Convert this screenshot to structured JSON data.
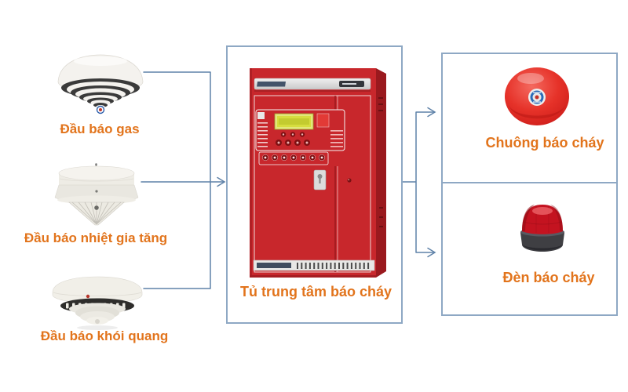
{
  "diagram": {
    "inputs": {
      "items": [
        {
          "label": "Đầu báo gas",
          "icon": "gas-detector"
        },
        {
          "label": "Đầu báo nhiệt gia tăng",
          "icon": "heat-detector"
        },
        {
          "label": "Đầu báo khói quang",
          "icon": "smoke-detector"
        }
      ]
    },
    "center": {
      "label": "Tủ trung tâm báo cháy",
      "icon": "fire-alarm-control-panel"
    },
    "outputs": {
      "items": [
        {
          "label": "Chuông báo cháy",
          "icon": "alarm-bell"
        },
        {
          "label": "Đèn báo cháy",
          "icon": "alarm-strobe-light"
        }
      ]
    },
    "connections": [
      {
        "from": "detectors",
        "to": "control-panel",
        "arrow": true
      },
      {
        "from": "control-panel",
        "to": "alarm-bell",
        "arrow": true
      },
      {
        "from": "control-panel",
        "to": "alarm-light",
        "arrow": true
      }
    ],
    "colors": {
      "label_text": "#e2741c",
      "box_border": "#8ea8c4",
      "connector_line": "#5f82a8",
      "panel_red": "#c8272c",
      "panel_lcd": "#d6dd3f",
      "bell_red": "#e3281f",
      "strobe_red": "#c41320",
      "strobe_base": "#3f3f43"
    }
  }
}
